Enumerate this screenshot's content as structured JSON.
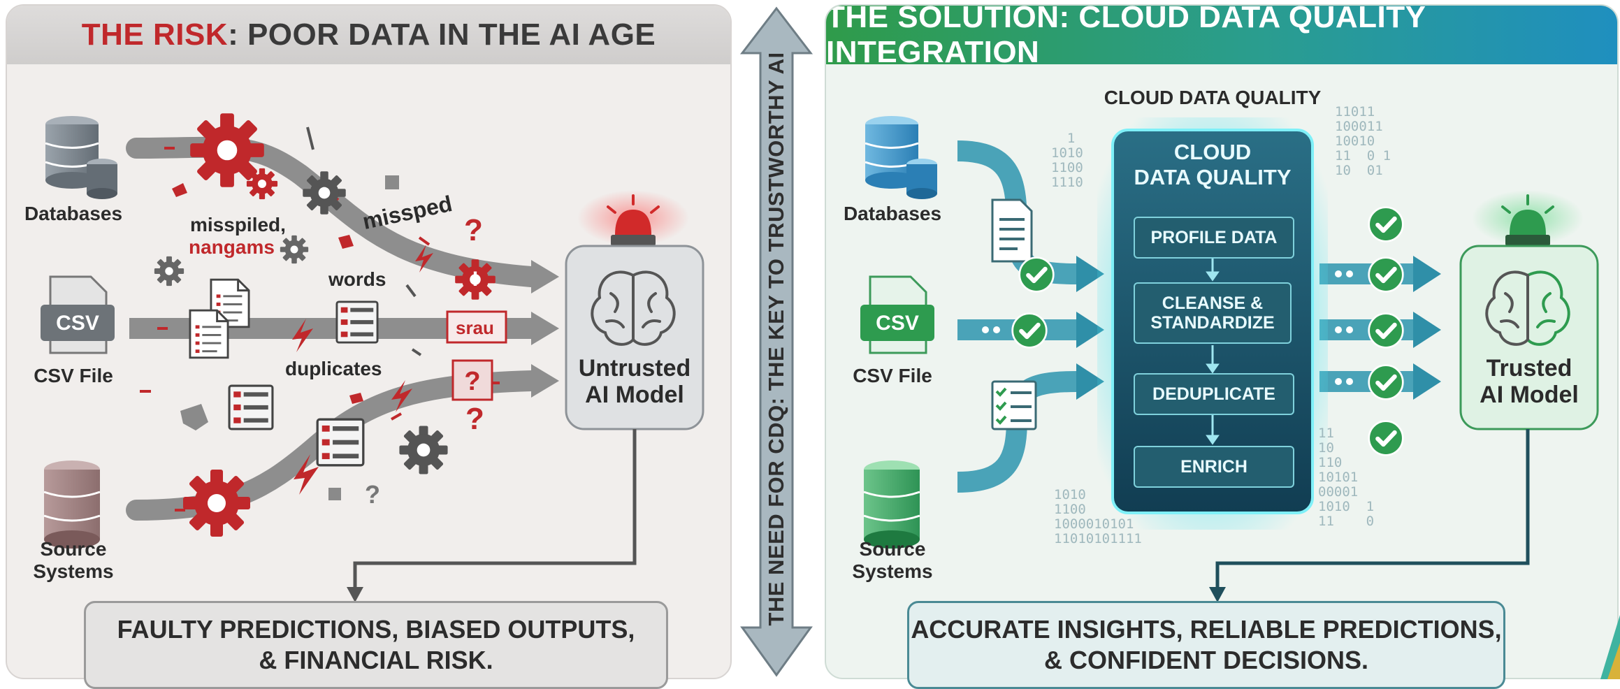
{
  "left": {
    "title_highlight": "THE RISK",
    "title_rest": ": POOR DATA IN THE AI AGE",
    "sources": [
      {
        "label_line1": "Databases",
        "label_line2": "",
        "icon": "database-icon"
      },
      {
        "label_line1": "CSV File",
        "label_line2": "",
        "icon": "csv-file-icon",
        "badge": "CSV"
      },
      {
        "label_line1": "Source",
        "label_line2": "Systems",
        "icon": "database-icon"
      }
    ],
    "noise_words": {
      "misspiled": "misspiled,",
      "nangams": "nangams",
      "missped": "missped",
      "words": "words",
      "srau": "srau",
      "duplicates": "duplicates"
    },
    "model_line1": "Untrusted",
    "model_line2": "AI Model",
    "outcome_line1": "FAULTY PREDICTIONS, BIASED OUTPUTS,",
    "outcome_line2": "& FINANCIAL RISK.",
    "accent_color": "#c0282b"
  },
  "center": {
    "label": "THE NEED FOR CDQ: THE KEY TO TRUSTWORTHY AI"
  },
  "right": {
    "title": "THE SOLUTION: CLOUD DATA QUALITY INTEGRATION",
    "sources": [
      {
        "label_line1": "Databases",
        "label_line2": "",
        "icon": "database-icon"
      },
      {
        "label_line1": "CSV File",
        "label_line2": "",
        "icon": "csv-file-icon",
        "badge": "CSV"
      },
      {
        "label_line1": "Source",
        "label_line2": "Systems",
        "icon": "database-icon"
      }
    ],
    "cdq_caption": "CLOUD DATA QUALITY",
    "cdq_box_line1": "CLOUD",
    "cdq_box_line2": "DATA QUALITY",
    "steps": [
      "PROFILE DATA",
      "CLEANSE & STANDARDIZE",
      "DEDUPLICATE",
      "ENRICH"
    ],
    "binary_left": "  1  \n1010\n1100\n1110",
    "binary_right": "11011\n100011\n10010\n11  0 1\n10  01",
    "binary_bottom": "1010\n1100\n1000010101\n11010101111",
    "binary_bottom_right": "11\n10\n110\n10101\n00001\n1010  1\n11    0",
    "model_line1": "Trusted",
    "model_line2": "AI Model",
    "outcome_line1": "ACCURATE INSIGHTS, RELIABLE PREDICTIONS,",
    "outcome_line2": "& CONFIDENT DECISIONS.",
    "accent_color": "#2e9b4f"
  }
}
